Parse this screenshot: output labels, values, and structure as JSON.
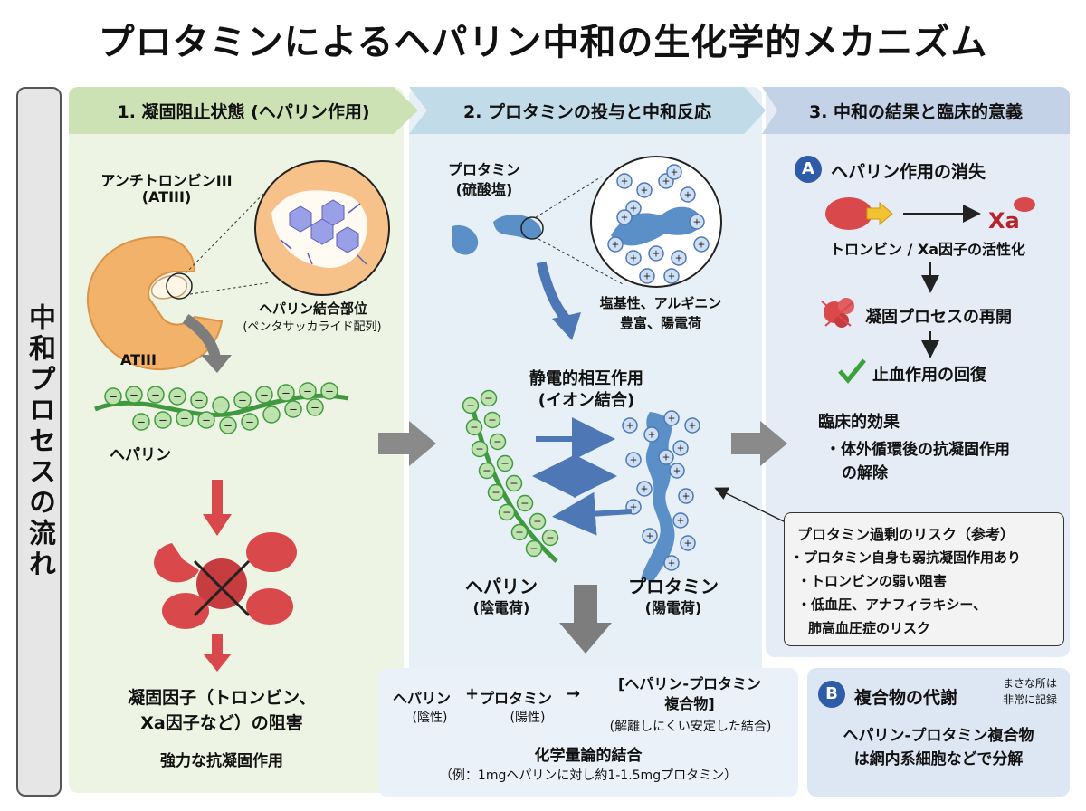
{
  "title": "プロタミンによるヘパリン中和の生化学的メカニズム",
  "sidebar_label": "中和プロセスの流れ",
  "headers": {
    "step1": "1. 凝固阻止状態 (ヘパリン作用)",
    "step2": "2. プロタミンの投与と中和反応",
    "step3": "3. 中和の結果と臨床的意義"
  },
  "panel1": {
    "at3_line1": "アンチトロンビンIII",
    "at3_line2": "(ATIII)",
    "binding_site_line1": "ヘパリン結合部位",
    "binding_site_line2": "(ペンタサッカライド配列)",
    "at3_short": "ATIII",
    "heparin": "ヘパリン",
    "inhibition_line1": "凝固因子（トロンビン、",
    "inhibition_line2": "Xa因子など）の阻害",
    "anticoag": "強力な抗凝固作用"
  },
  "panel2": {
    "protamine_line1": "プロタミン",
    "protamine_line2": "(硫酸塩)",
    "basic_line1": "塩基性、アルギニン",
    "basic_line2": "豊富、陽電荷",
    "electrostatic_line1": "静電的相互作用",
    "electrostatic_line2": "(イオン結合)",
    "heparin_label": "ヘパリン",
    "heparin_charge": "(陰電荷)",
    "protamine_label": "プロタミン",
    "protamine_charge": "(陽電荷)"
  },
  "equation": {
    "heparin": "ヘパリン",
    "plus": "+",
    "protamine": "プロタミン",
    "arrow": "→",
    "complex_line1": "[ヘパリン-プロタミン",
    "complex_line2": "複合物]",
    "neg": "(陰性)",
    "pos": "(陽性)",
    "stable": "(解離しにくい安定した結合)",
    "stoich": "化学量論的結合",
    "example": "（例：1mgヘパリンに対し約1-1.5mgプロタミン）"
  },
  "panel3": {
    "a_badge": "A",
    "a_title": "ヘパリン作用の消失",
    "xa": "Xa",
    "activation": "トロンビン / Xa因子の活性化",
    "restart": "凝固プロセスの再開",
    "hemostasis": "止血作用の回復",
    "clinical_title": "臨床的効果",
    "clinical_line1": "・体外循環後の抗凝固作用",
    "clinical_line2": "の解除"
  },
  "risk": {
    "title": "プロタミン過剰のリスク（参考）",
    "line1": "・プロタミン自身も弱抗凝固作用あり",
    "line2": "・トロンビンの弱い阻害",
    "line3": "・低血圧、アナフィラキシー、",
    "line4": "肺高血圧症のリスク"
  },
  "panel_b": {
    "b_badge": "B",
    "title": "複合物の代謝",
    "note_line1": "まさな所は",
    "note_line2": "非常に記録",
    "line1": "ヘパリン-プロタミン複合物",
    "line2": "は網内系細胞などで分解"
  },
  "colors": {
    "heparin_green": "#3f9a3f",
    "protamine_blue": "#5b8fc7",
    "factor_red": "#d9484a",
    "at3_orange": "#f3b26a",
    "arrow_gray": "#8a8a8a",
    "check_green": "#3aa23a"
  }
}
